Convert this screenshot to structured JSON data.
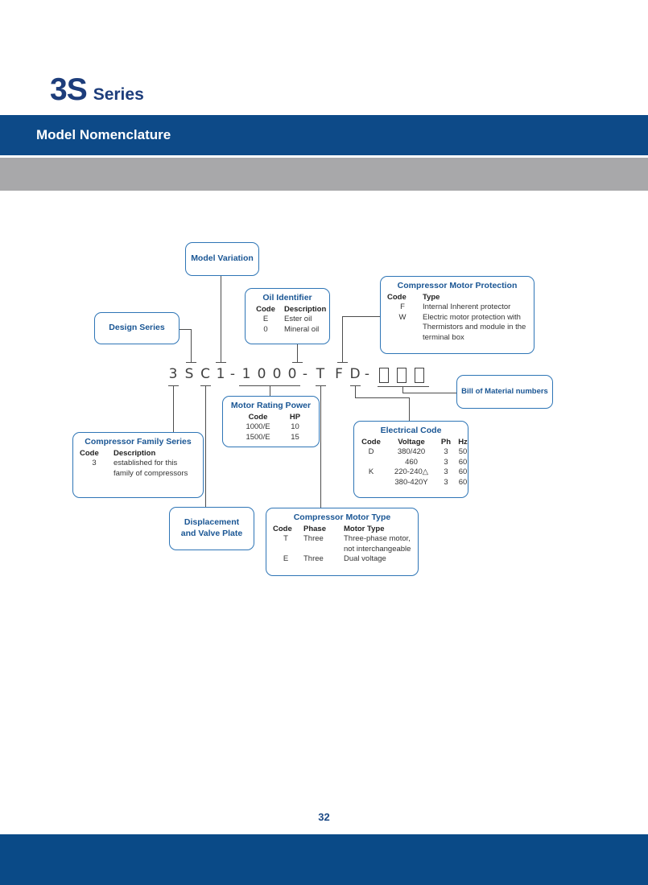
{
  "page": {
    "series_title": "3S",
    "series_subtitle": "Series",
    "section_title": "Model Nomenclature",
    "page_number": "32"
  },
  "model_code": {
    "chars": [
      "3",
      "S",
      "C",
      "1",
      "-",
      "1",
      "0",
      "0",
      "0",
      "-",
      "T",
      "F",
      "D",
      "-"
    ]
  },
  "callouts": {
    "model_variation": {
      "label": "Model Variation"
    },
    "design_series": {
      "label": "Design Series"
    },
    "oil_identifier": {
      "title": "Oil Identifier",
      "headers": [
        "Code",
        "Description"
      ],
      "rows": [
        [
          "E",
          "Ester oil"
        ],
        [
          "0",
          "Mineral oil"
        ]
      ]
    },
    "compressor_motor_protection": {
      "title": "Compressor Motor Protection",
      "headers": [
        "Code",
        "Type"
      ],
      "rows": [
        [
          "F",
          "Internal Inherent protector"
        ],
        [
          "W",
          "Electric motor protection with Thermistors and module in the terminal box"
        ]
      ]
    },
    "bill_of_material": {
      "label": "Bill of Material numbers"
    },
    "motor_rating_power": {
      "title": "Motor Rating Power",
      "headers": [
        "Code",
        "HP"
      ],
      "rows": [
        [
          "1000/E",
          "10"
        ],
        [
          "1500/E",
          "15"
        ]
      ]
    },
    "electrical_code": {
      "title": "Electrical Code",
      "headers": [
        "Code",
        "Voltage",
        "Ph",
        "Hz"
      ],
      "rows": [
        [
          "D",
          "380/420",
          "3",
          "50"
        ],
        [
          "",
          "460",
          "3",
          "60"
        ],
        [
          "K",
          "220-240△",
          "3",
          "60"
        ],
        [
          "",
          "380-420Y",
          "3",
          "60"
        ]
      ]
    },
    "compressor_family_series": {
      "title": "Compressor Family Series",
      "headers": [
        "Code",
        "Description"
      ],
      "rows": [
        [
          "3",
          "established for this family of compressors"
        ]
      ]
    },
    "displacement": {
      "label_line1": "Displacement",
      "label_line2": "and Valve Plate"
    },
    "compressor_motor_type": {
      "title": "Compressor Motor Type",
      "headers": [
        "Code",
        "Phase",
        "Motor Type"
      ],
      "rows": [
        [
          "T",
          "Three",
          "Three-phase motor, not interchangeable"
        ],
        [
          "E",
          "Three",
          "Dual voltage"
        ]
      ]
    }
  }
}
